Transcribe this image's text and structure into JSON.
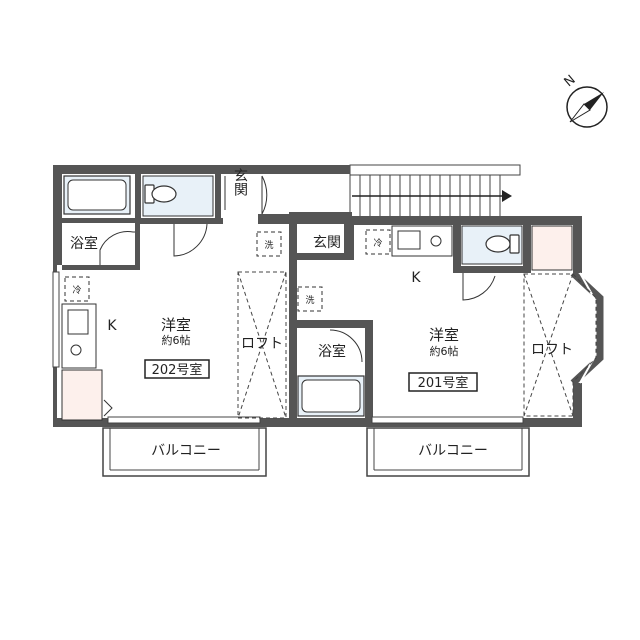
{
  "compass": {
    "north_letter": "N"
  },
  "units": [
    {
      "room_number": "202号室",
      "western_room": {
        "label": "洋室",
        "size": "約6帖"
      },
      "kitchen": "K",
      "bath": "浴室",
      "entrance": "玄関",
      "loft": "ロフト",
      "fridge_mark": "冷",
      "washer_mark": "洗",
      "balcony": "バルコニー"
    },
    {
      "room_number": "201号室",
      "western_room": {
        "label": "洋室",
        "size": "約6帖"
      },
      "kitchen": "K",
      "bath": "浴室",
      "entrance": "玄関",
      "loft": "ロフト",
      "fridge_mark": "冷",
      "washer_mark": "洗",
      "balcony": "バルコニー"
    }
  ],
  "colors": {
    "wall": "#555555",
    "fixture_fill": "#e8f1f8",
    "storage_fill": "#fdf0ec",
    "line": "#333333"
  }
}
